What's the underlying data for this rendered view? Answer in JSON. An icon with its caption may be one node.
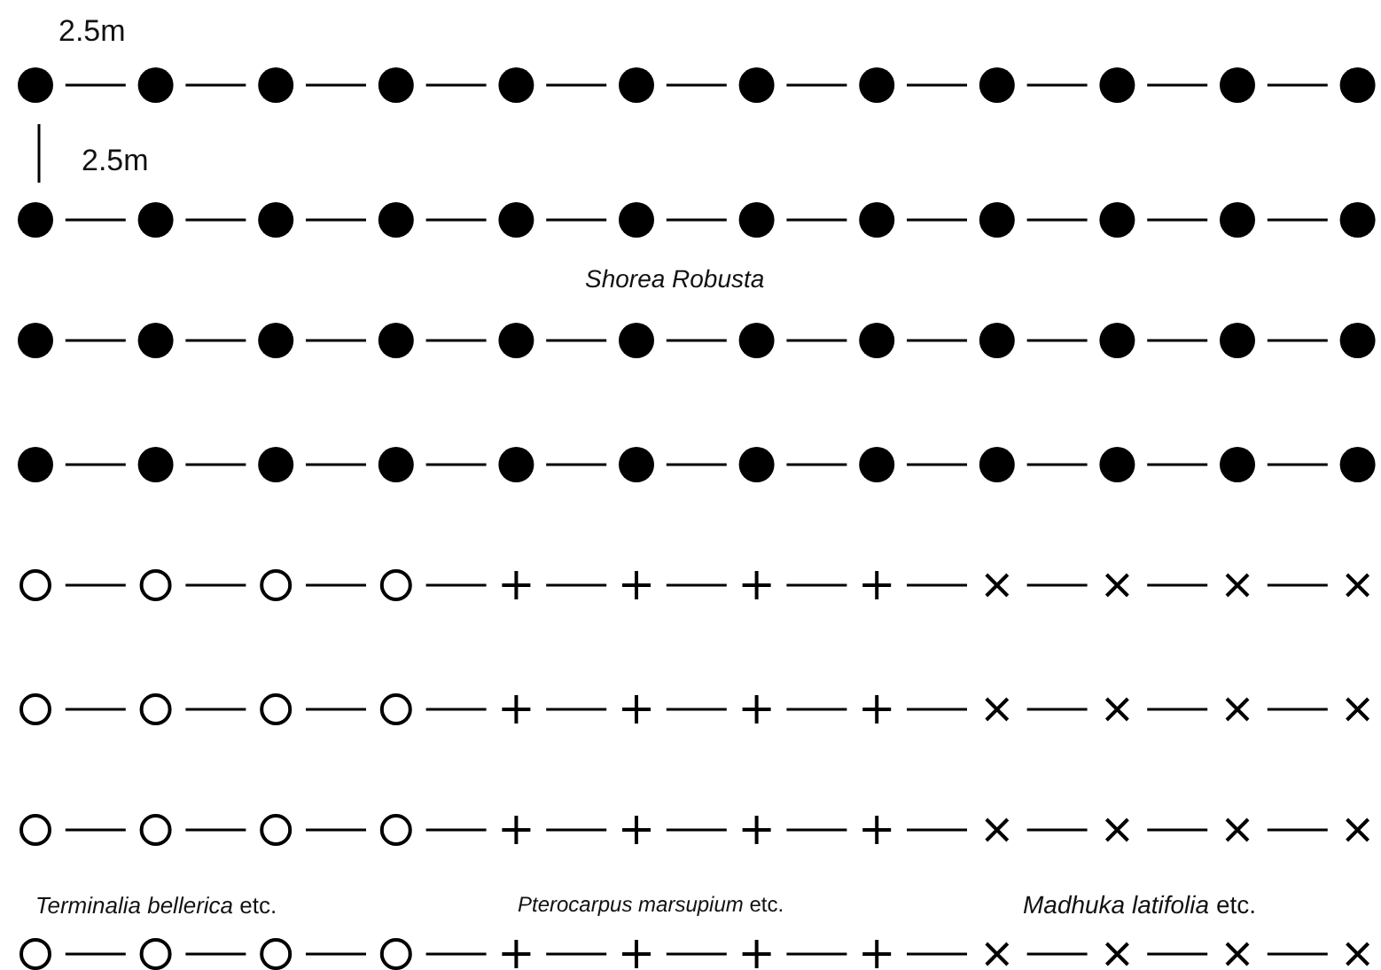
{
  "diagram": {
    "labels": [
      "2.5m",
      "2.5m",
      "Shorea Robusta",
      "*Terminalia bellerica* etc.",
      "*Pterocarpus marsupium* etc.",
      "*Madhuka latifolia* etc."
    ]
  }
}
